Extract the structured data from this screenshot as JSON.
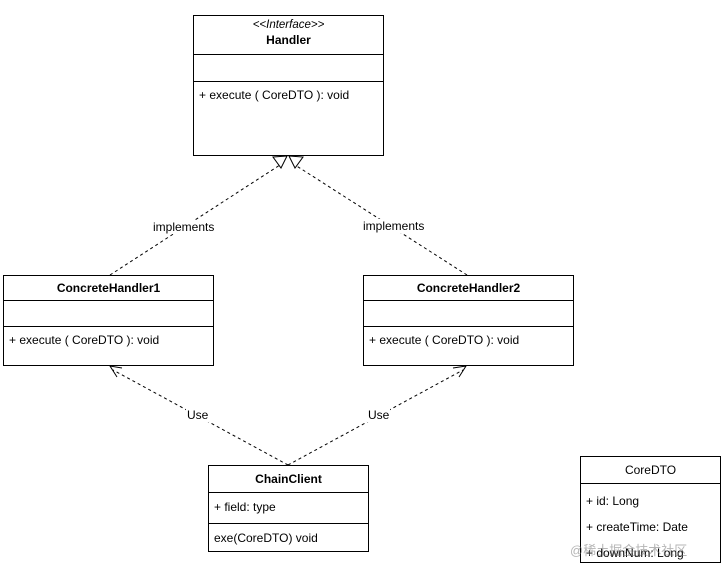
{
  "handler": {
    "stereotype": "<<Interface>>",
    "name": "Handler",
    "operation": "+ execute ( CoreDTO ): void"
  },
  "handler1": {
    "name": "ConcreteHandler1",
    "operation": "+ execute ( CoreDTO ): void"
  },
  "handler2": {
    "name": "ConcreteHandler2",
    "operation": "+ execute ( CoreDTO ): void"
  },
  "client": {
    "name": "ChainClient",
    "field": "+ field: type",
    "operation": "exe(CoreDTO) void"
  },
  "coredto": {
    "name": "CoreDTO",
    "fields": [
      "+ id: Long",
      "+ createTime: Date",
      "+ downNum: Long"
    ]
  },
  "edges": {
    "implements_left": "implements",
    "implements_right": "implements",
    "use_left": "Use",
    "use_right": "Use"
  },
  "watermark": "@稀土掘金技术社区"
}
